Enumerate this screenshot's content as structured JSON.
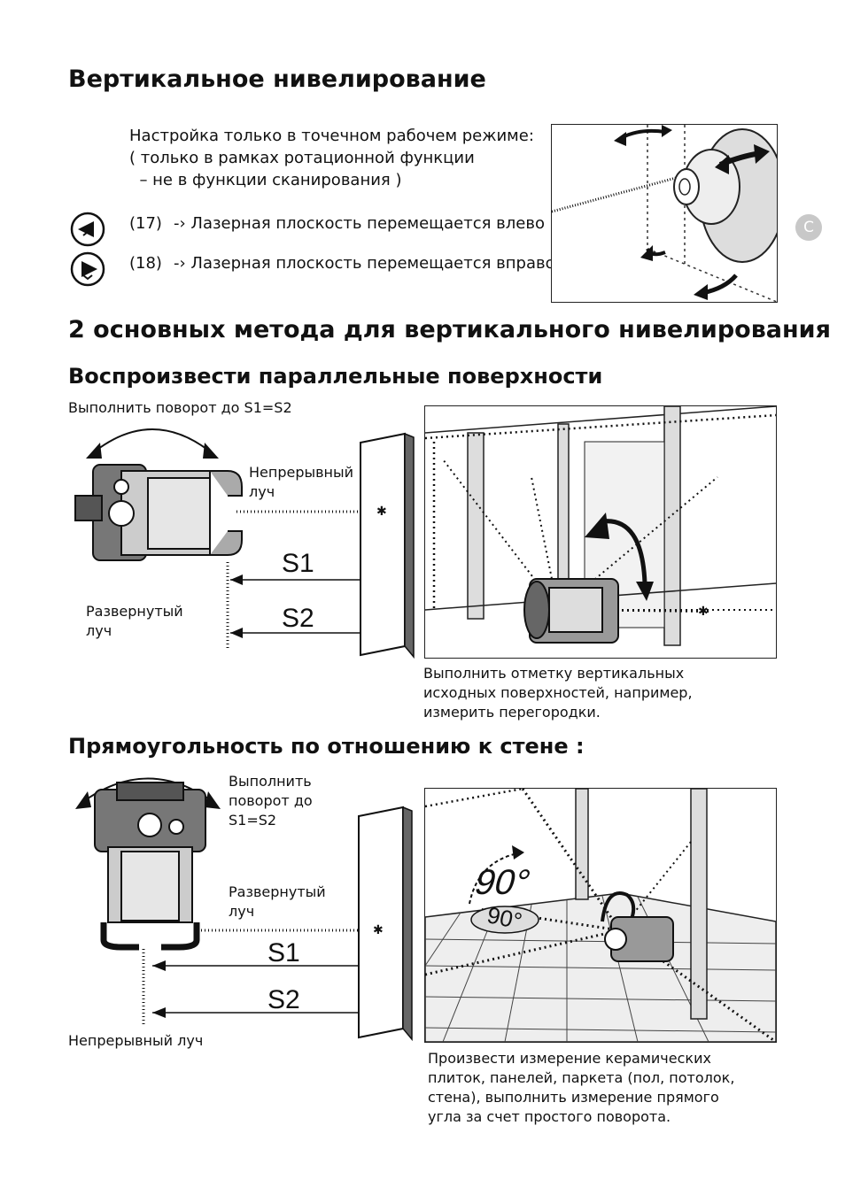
{
  "section1": {
    "title": "Вертикальное нивелирование",
    "intro_lines": [
      "Настройка только в точечном рабочем режиме:",
      "( только в рамках ротационной функции",
      "  – не в функции сканирования )"
    ],
    "items": [
      {
        "number": "(17)",
        "text": "-› Лазерная плоскость перемещается влево"
      },
      {
        "number": "(18)",
        "text": "-› Лазерная плоскость перемещается вправо"
      }
    ],
    "icons": [
      "rotate-left-button-icon",
      "rotate-right-button-icon"
    ]
  },
  "side_tab": {
    "label": "C"
  },
  "section2": {
    "title": "2 основных метода для вертикального нивелирования"
  },
  "section3": {
    "title": "Воспроизвести параллельные поверхности",
    "rotate_label": "Выполнить поворот до S1=S2",
    "continuous_beam_lines": [
      "Непрерывный",
      "луч"
    ],
    "rotated_beam_lines": [
      "Развернутый",
      "луч"
    ],
    "s1": "S1",
    "s2": "S2",
    "caption_lines": [
      "Выполнить отметку вертикальных",
      "исходных поверхностей, например,",
      "измерить перегородки."
    ]
  },
  "section4": {
    "title": "Прямоугольность по отношению к стене :",
    "rotate_lines": [
      "Выполнить",
      "поворот до",
      "S1=S2"
    ],
    "rotated_beam_lines": [
      "Развернутый",
      "луч"
    ],
    "continuous_beam": "Непрерывный луч",
    "s1": "S1",
    "s2": "S2",
    "angle_big": "90°",
    "angle_small": "90°",
    "caption_lines": [
      "Произвести измерение керамических",
      "плиток, панелей, паркета (пол, потолок,",
      "стена), выполнить измерение прямого",
      "угла за счет простого поворота."
    ]
  }
}
